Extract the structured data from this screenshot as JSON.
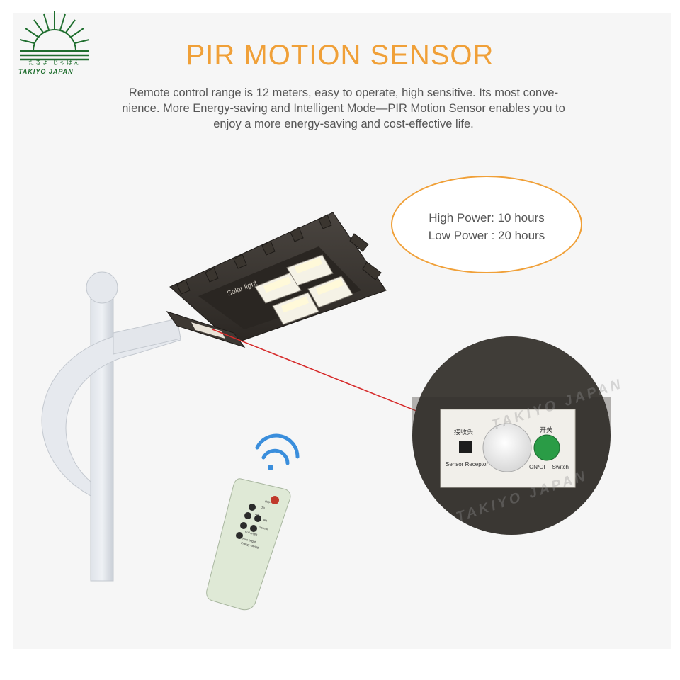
{
  "brand": {
    "name": "TAKIYO JAPAN",
    "kana": "たきよ じゃぱん"
  },
  "heading": {
    "title": "PIR MOTION SENSOR",
    "description_lines": [
      "Remote control range is 12 meters, easy to operate, high sensitive. Its most conve-",
      "nience. More Energy-saving and Intelligent Mode—PIR Motion Sensor enables you to",
      "enjoy a more energy-saving and cost-effective life."
    ]
  },
  "callout": {
    "high_power": "High Power: 10 hours",
    "low_power": "Low Power : 20 hours"
  },
  "lamp": {
    "panel_label": "Solar light"
  },
  "sensor_closeup": {
    "receiver_cn": "接收头",
    "switch_cn": "开关",
    "receiver_label": "Sensor Receptor",
    "switch_label": "ON/OFF Switch"
  },
  "remote": {
    "labels": [
      "OFF",
      "ON",
      "4H",
      "8H",
      "Sensor",
      "Full bright",
      "Auto bright",
      "Energy-saving"
    ]
  },
  "watermark": "TAKIYO JAPAN",
  "colors": {
    "accent": "#f0a038",
    "brand_green": "#1f6e2e",
    "laser": "#d62a2a",
    "switch_green": "#2a9c46",
    "remote_body": "#dfe9d6"
  }
}
